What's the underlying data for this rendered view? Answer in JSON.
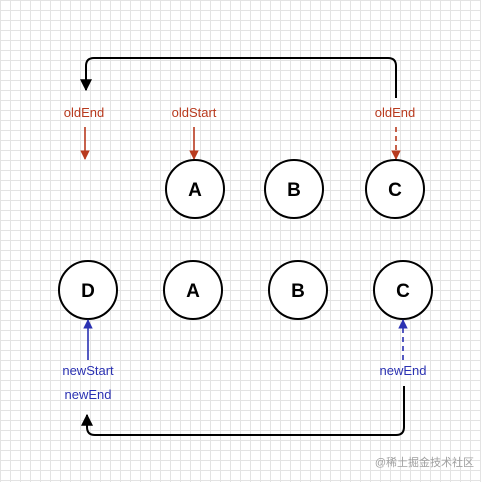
{
  "colors": {
    "old": "#b83a1e",
    "new": "#2b32b2",
    "node": "#000000"
  },
  "old_nodes": [
    "A",
    "B",
    "C"
  ],
  "new_nodes": [
    "D",
    "A",
    "B",
    "C"
  ],
  "labels": {
    "old_end_left": "oldEnd",
    "old_start": "oldStart",
    "old_end_right": "oldEnd",
    "new_start": "newStart",
    "new_end_left": "newEnd",
    "new_end_right": "newEnd"
  },
  "watermark": "@稀土掘金技术社区"
}
